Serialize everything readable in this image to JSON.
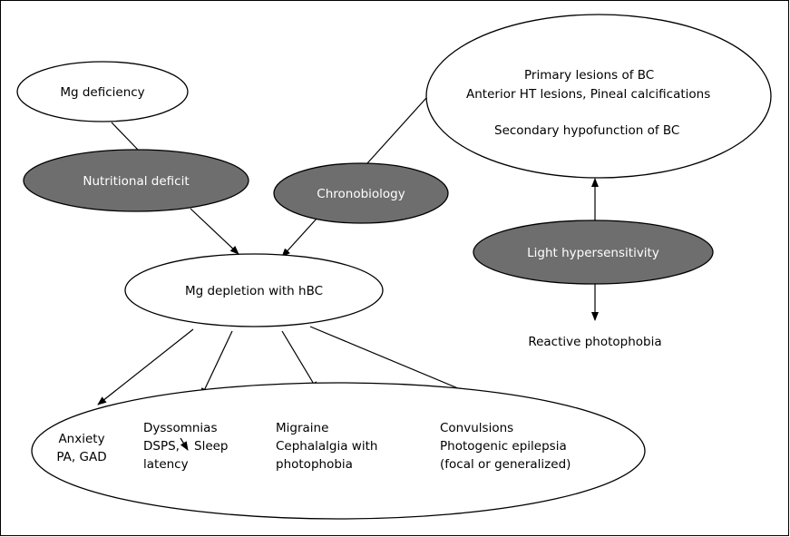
{
  "nodes": {
    "mg_deficiency": "Mg deficiency",
    "nutritional_deficit": "Nutritional deficit",
    "chronobiology": "Chronobiology",
    "mg_depletion": "Mg depletion with hBC",
    "light_hypersensitivity": "Light hypersensitivity",
    "reactive_photophobia": "Reactive photophobia"
  },
  "bc_ellipse": {
    "primary": "Primary lesions of BC",
    "anterior": "Anterior HT lesions, Pineal calcifications",
    "secondary": "Secondary hypofunction of BC"
  },
  "outcomes": {
    "anxiety": [
      "Anxiety",
      "PA, GAD"
    ],
    "dyssomnias": [
      "Dyssomnias",
      "DSPS,",
      "Sleep",
      "latency"
    ],
    "migraine": [
      "Migraine",
      "Cephalalgia with",
      "photophobia"
    ],
    "convulsions": [
      "Convulsions",
      "Photogenic epilepsia",
      "(focal or generalized)"
    ]
  },
  "colors": {
    "dark_node": "#6e6e6e",
    "light_node": "#ffffff",
    "border": "#000000"
  }
}
